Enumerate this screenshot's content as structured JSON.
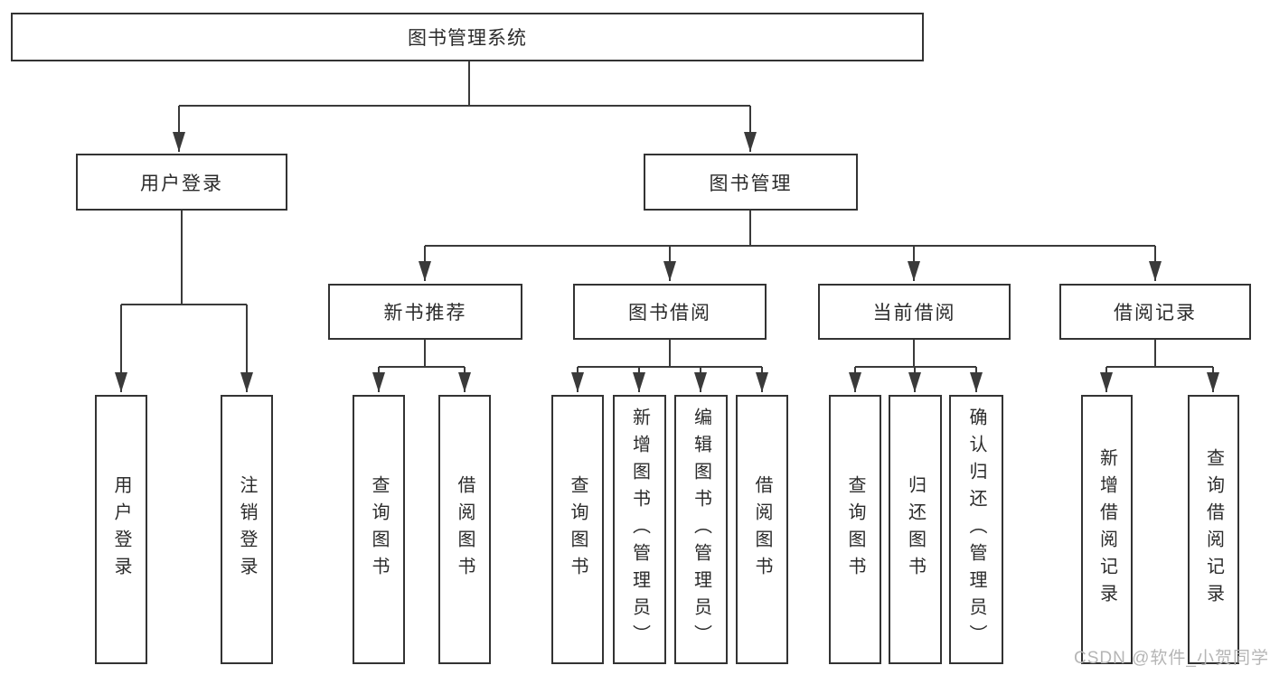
{
  "diagram_title": "图书管理系统",
  "tree": {
    "label": "图书管理系统",
    "children": [
      {
        "label": "用户登录",
        "children": [
          {
            "label": "用户登录"
          },
          {
            "label": "注销登录"
          }
        ]
      },
      {
        "label": "图书管理",
        "children": [
          {
            "label": "新书推荐",
            "children": [
              {
                "label": "查询图书"
              },
              {
                "label": "借阅图书"
              }
            ]
          },
          {
            "label": "图书借阅",
            "children": [
              {
                "label": "查询图书"
              },
              {
                "label": "新增图书（管理员）"
              },
              {
                "label": "编辑图书（管理员）"
              },
              {
                "label": "借阅图书"
              }
            ]
          },
          {
            "label": "当前借阅",
            "children": [
              {
                "label": "查询图书"
              },
              {
                "label": "归还图书"
              },
              {
                "label": "确认归还（管理员）"
              }
            ]
          },
          {
            "label": "借阅记录",
            "children": [
              {
                "label": "新增借阅记录"
              },
              {
                "label": "查询借阅记录"
              }
            ]
          }
        ]
      }
    ]
  },
  "watermark": {
    "text": "CSDN @软件_小贺同学"
  },
  "colors": {
    "line": "#3a3a3a",
    "box_border": "#333333",
    "text": "#2b2b2b",
    "watermark": "#b5b5b5",
    "background": "#ffffff"
  }
}
